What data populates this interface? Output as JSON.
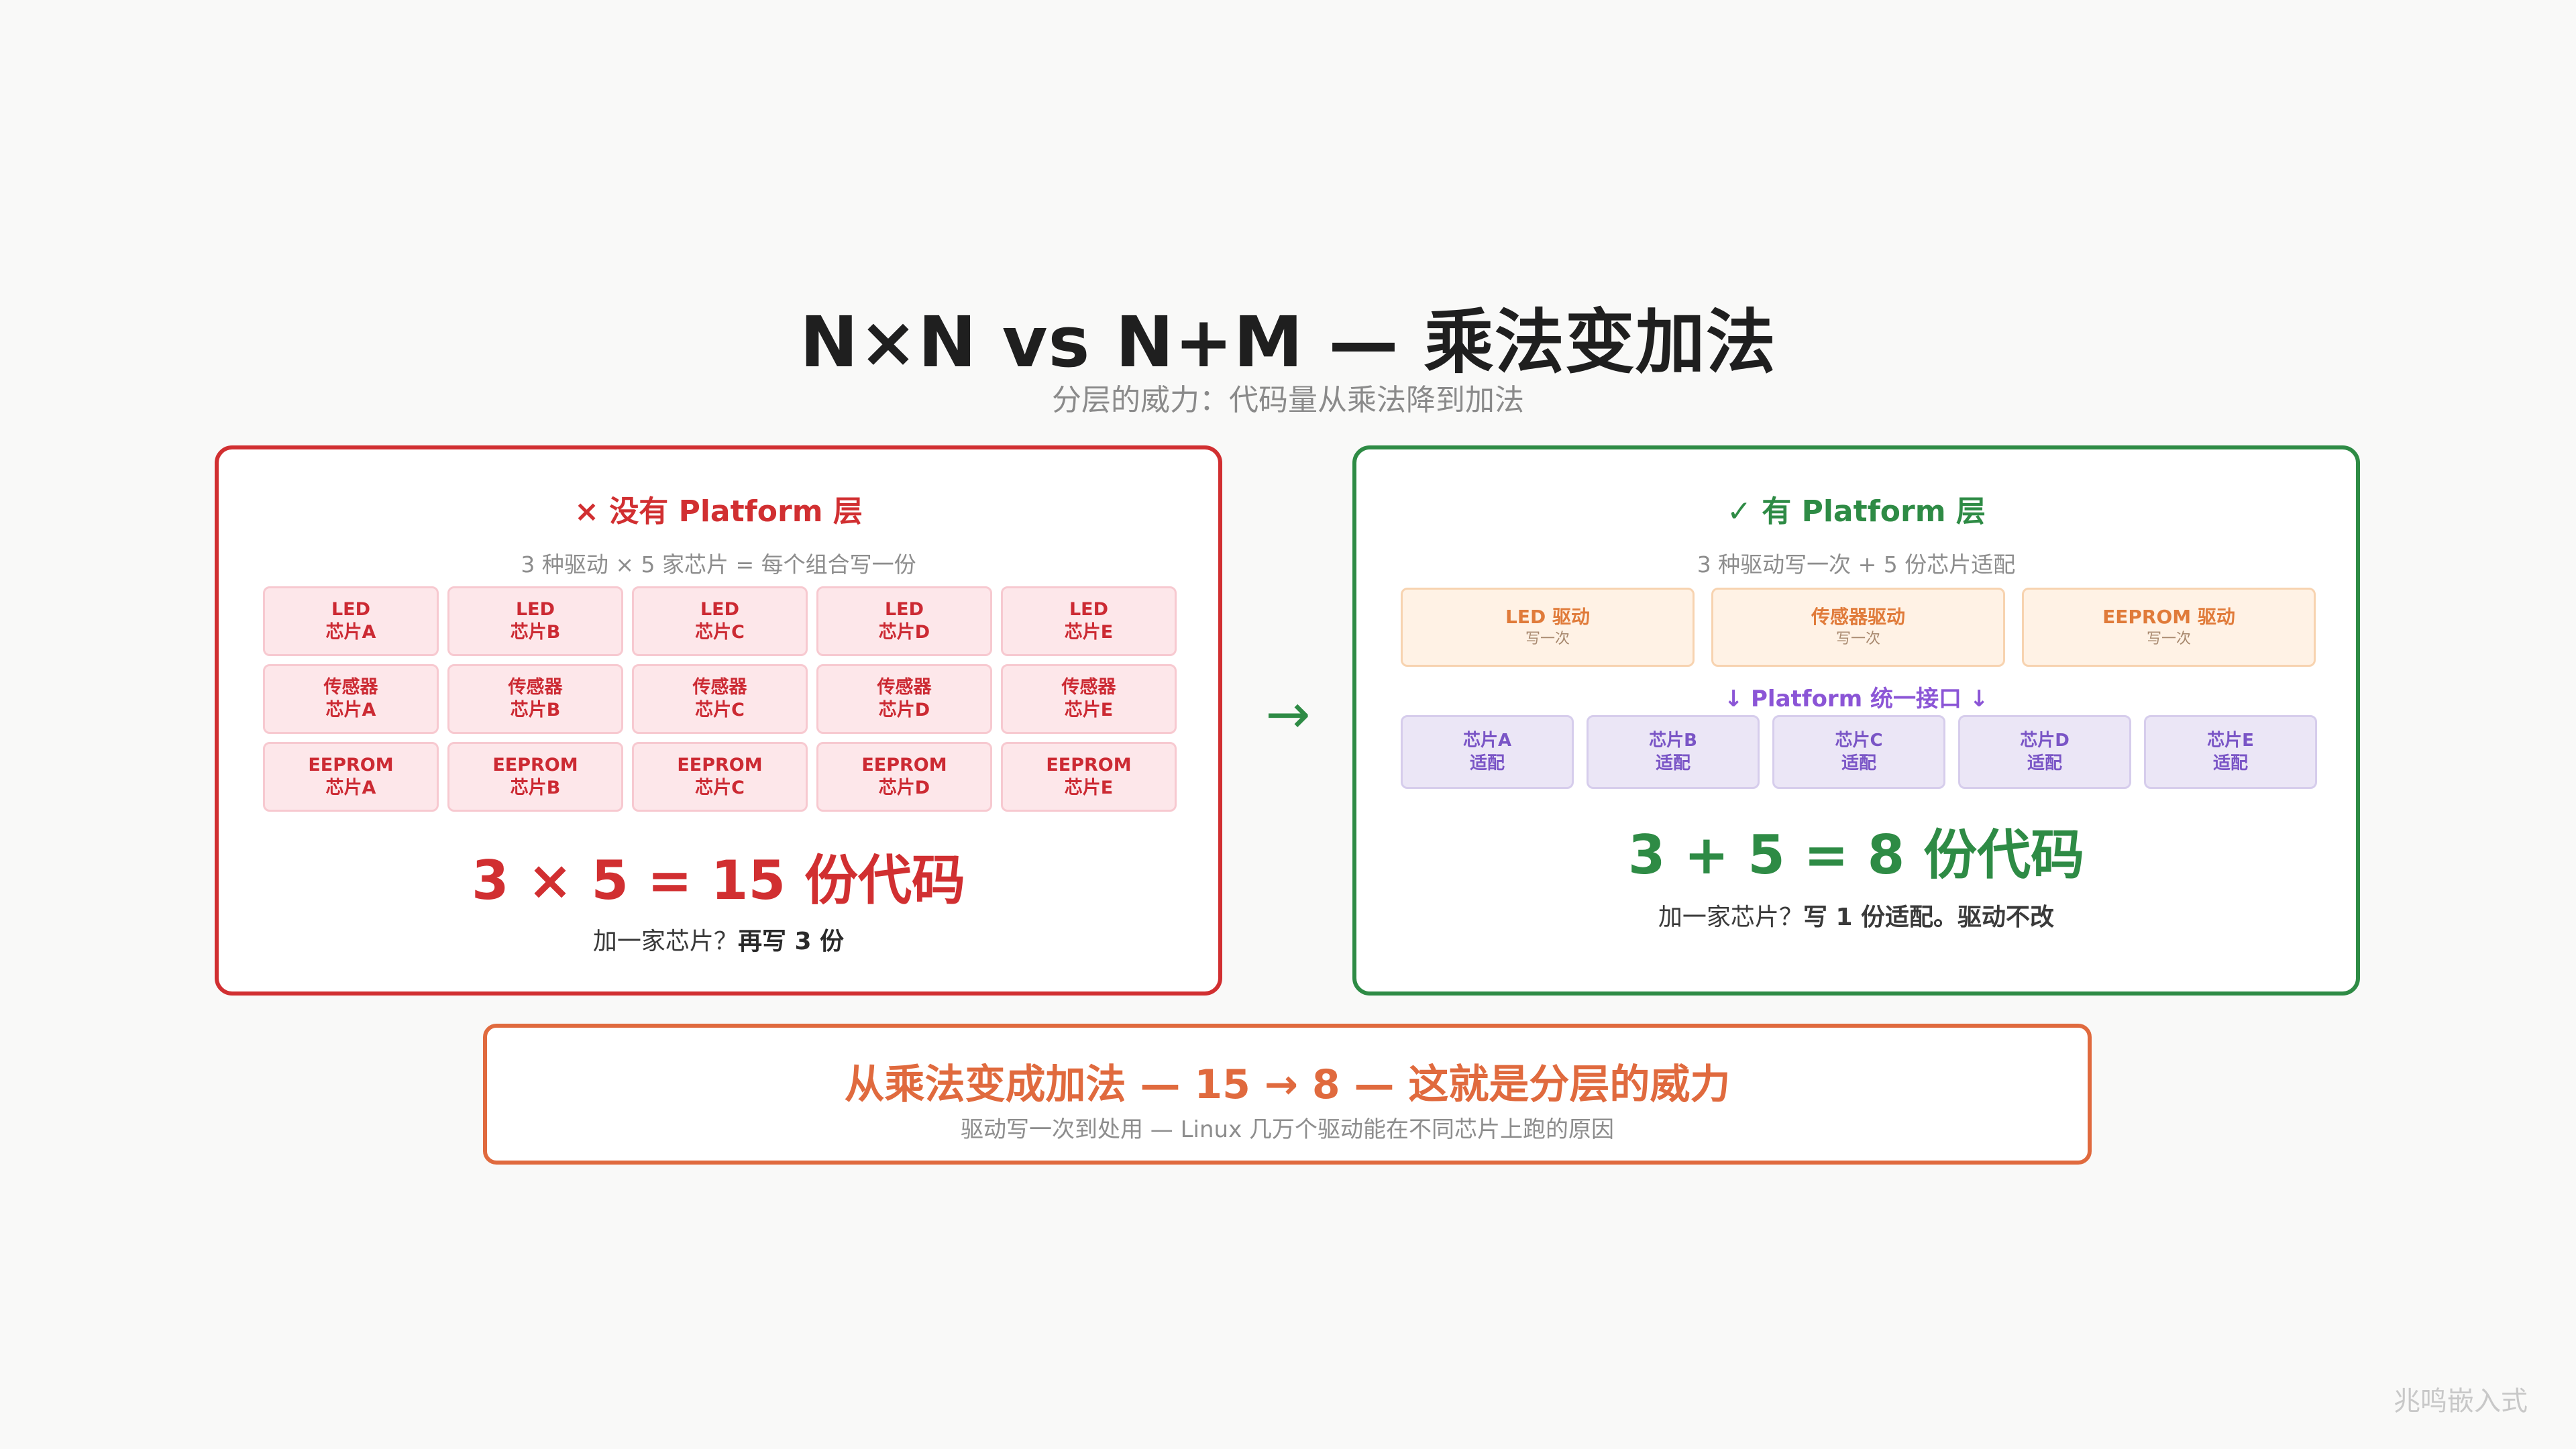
{
  "title": "N×N vs N+M — 乘法变加法",
  "subtitle": "分层的威力：代码量从乘法降到加法",
  "left_panel": {
    "title": "× 没有 Platform 层",
    "subtitle": "3 种驱动 × 5 家芯片 = 每个组合写一份",
    "grid": [
      [
        {
          "top": "LED",
          "bottom": "芯片A"
        },
        {
          "top": "LED",
          "bottom": "芯片B"
        },
        {
          "top": "LED",
          "bottom": "芯片C"
        },
        {
          "top": "LED",
          "bottom": "芯片D"
        },
        {
          "top": "LED",
          "bottom": "芯片E"
        }
      ],
      [
        {
          "top": "传感器",
          "bottom": "芯片A"
        },
        {
          "top": "传感器",
          "bottom": "芯片B"
        },
        {
          "top": "传感器",
          "bottom": "芯片C"
        },
        {
          "top": "传感器",
          "bottom": "芯片D"
        },
        {
          "top": "传感器",
          "bottom": "芯片E"
        }
      ],
      [
        {
          "top": "EEPROM",
          "bottom": "芯片A"
        },
        {
          "top": "EEPROM",
          "bottom": "芯片B"
        },
        {
          "top": "EEPROM",
          "bottom": "芯片C"
        },
        {
          "top": "EEPROM",
          "bottom": "芯片D"
        },
        {
          "top": "EEPROM",
          "bottom": "芯片E"
        }
      ]
    ],
    "formula": "3 × 5 = 15 份代码",
    "note_prefix": "加一家芯片？",
    "note_bold": "再写 3 份"
  },
  "arrow": "→",
  "right_panel": {
    "title": "✓ 有 Platform 层",
    "subtitle": "3 种驱动写一次 + 5 份芯片适配",
    "drivers": [
      {
        "label": "LED 驱动",
        "sub": "写一次"
      },
      {
        "label": "传感器驱动",
        "sub": "写一次"
      },
      {
        "label": "EEPROM 驱动",
        "sub": "写一次"
      }
    ],
    "platform_label": "↓ Platform 统一接口 ↓",
    "chips": [
      {
        "label": "芯片A",
        "sub": "适配"
      },
      {
        "label": "芯片B",
        "sub": "适配"
      },
      {
        "label": "芯片C",
        "sub": "适配"
      },
      {
        "label": "芯片D",
        "sub": "适配"
      },
      {
        "label": "芯片E",
        "sub": "适配"
      }
    ],
    "formula": "3 + 5 = 8 份代码",
    "note_prefix": "加一家芯片？",
    "note_bold": "写 1 份适配。驱动不改"
  },
  "banner": {
    "main": "从乘法变成加法 — 15 → 8 — 这就是分层的威力",
    "sub": "驱动写一次到处用 — Linux 几万个驱动能在不同芯片上跑的原因"
  },
  "watermark": "兆鸣嵌入式"
}
